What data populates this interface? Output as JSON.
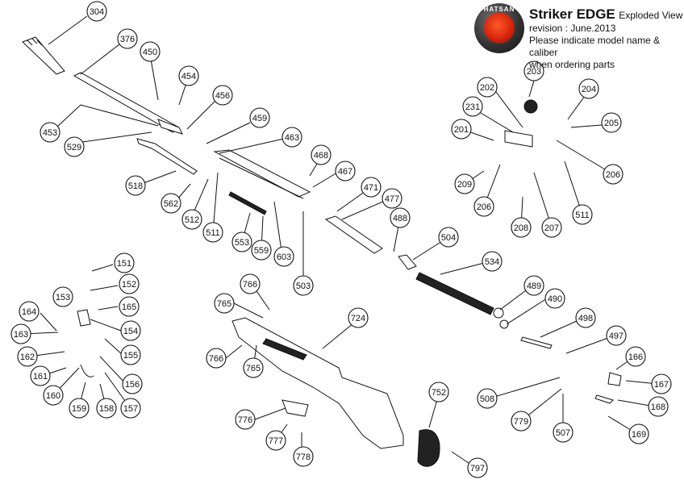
{
  "header": {
    "title": "Striker EDGE",
    "title_suffix": "Exploded View",
    "revision": "revision : June.2013",
    "note_line1": "Please indicate model name & caliber",
    "note_line2": "when ordering parts",
    "logo_text": "HATSAN"
  },
  "colors": {
    "line": "#111111",
    "logo_red": "#d3200a",
    "logo_ring": "#333333"
  },
  "parts": [
    "304",
    "376",
    "450",
    "454",
    "456",
    "453",
    "529",
    "459",
    "463",
    "468",
    "467",
    "518",
    "562",
    "512",
    "511",
    "553",
    "559",
    "603",
    "503",
    "471",
    "477",
    "488",
    "504",
    "534",
    "489",
    "490",
    "498",
    "497",
    "203",
    "202",
    "204",
    "231",
    "205",
    "201",
    "206",
    "209",
    "206",
    "208",
    "207",
    "511",
    "151",
    "152",
    "165",
    "153",
    "164",
    "154",
    "163",
    "155",
    "162",
    "161",
    "156",
    "160",
    "159",
    "158",
    "157",
    "766",
    "765",
    "724",
    "766",
    "765",
    "752",
    "776",
    "777",
    "778",
    "797",
    "166",
    "167",
    "508",
    "168",
    "779",
    "507",
    "169"
  ]
}
